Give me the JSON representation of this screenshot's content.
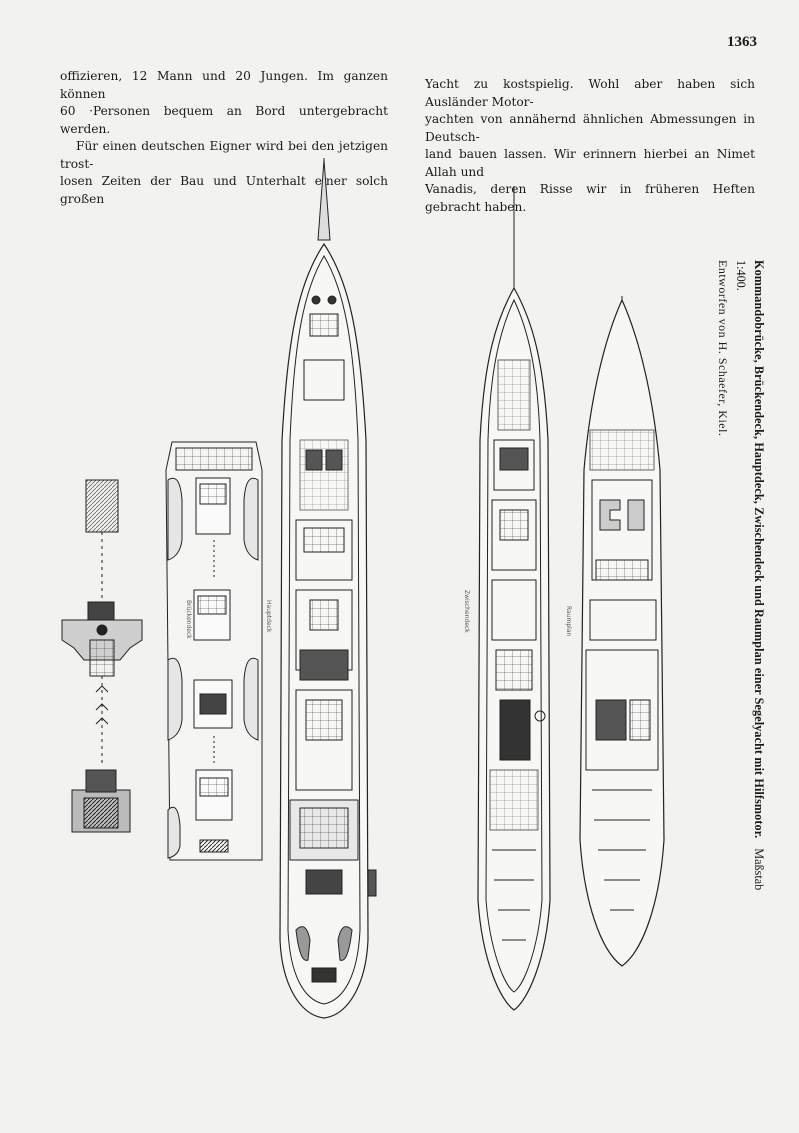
{
  "page_number": "1363",
  "left_column": {
    "lines_p1": [
      "offizieren, 12 Mann und 20 Jungen. Im ganzen können",
      "60 ·Personen bequem an Bord untergebracht werden."
    ],
    "lines_p2": [
      "Für einen deutschen Eigner wird bei den jetzigen trost-",
      "losen Zeiten der Bau und Unterhalt einer solch großen"
    ]
  },
  "right_column": {
    "lines": [
      "Yacht zu kostspielig. Wohl aber haben sich Ausländer Motor-",
      "yachten von annähernd ähnlichen Abmessungen in Deutsch-",
      "land bauen lassen. Wir erinnern hierbei an Nimet Allah und",
      "Vanadis, deren Risse wir in früheren Heften gebracht haben."
    ]
  },
  "caption": {
    "main": "Kommandobrücke, Brückendeck, Hauptdeck, Zwischendeck und Raumplan einer Segelyacht mit Hilfsmotor.",
    "scale": "Maßstab 1:400.",
    "designer": "Entworfen von H. Schaefer, Kiel."
  },
  "plan_labels": {
    "bridge_deck": "Brückendeck",
    "main_deck": "Hauptdeck",
    "tween_deck": "Zwischendeck",
    "hold": "Raumplan"
  }
}
